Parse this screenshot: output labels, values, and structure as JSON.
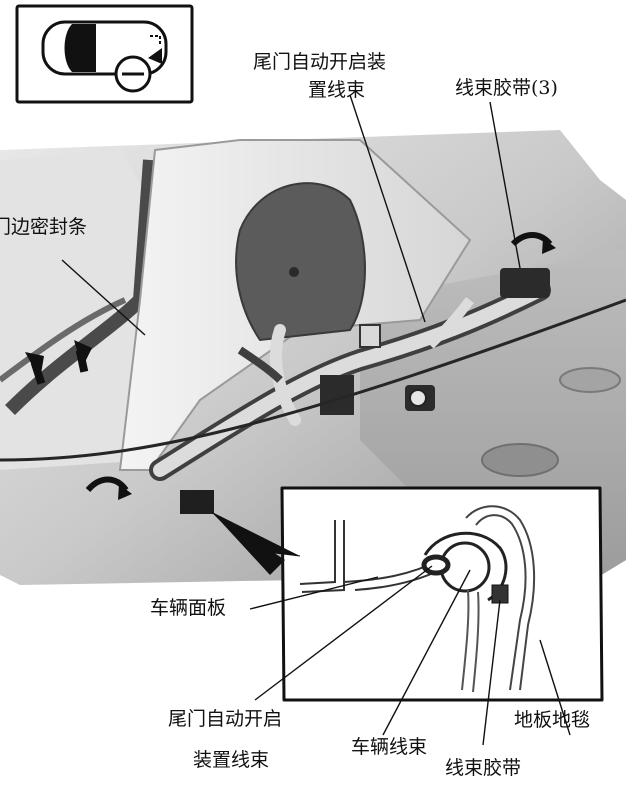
{
  "callouts": {
    "harness_top_line1": "尾门自动开启装",
    "harness_top_line2": "置线束",
    "tape3": "线束胶带(3)",
    "door_seal": "门边密封条",
    "vehicle_panel": "车辆面板",
    "harness_bottom_line1": "尾门自动开启",
    "harness_bottom_line2": "装置线束",
    "vehicle_harness": "车辆线束",
    "floor_carpet": "地板地毯",
    "tape_single": "线束胶带"
  },
  "icons": {
    "vehicle_locator": "car-top-view-rear-locator-icon",
    "rotate_arrows": "curved-arrow-icon",
    "pull_arrows": "up-arrow-icon"
  },
  "colors": {
    "photo_light": "#d9d9d9",
    "photo_dark": "#5a5a5a",
    "line": "#111111"
  }
}
